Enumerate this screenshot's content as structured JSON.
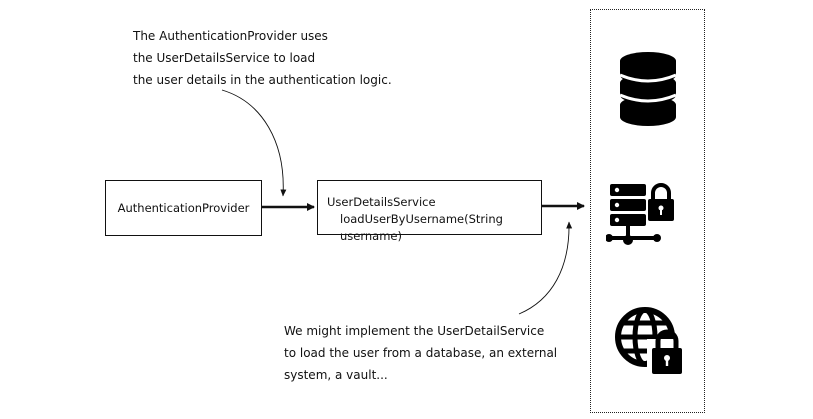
{
  "notes": {
    "top": [
      "The AuthenticationProvider uses",
      "the UserDetailsService to load",
      "the user details in the authentication logic."
    ],
    "bottom": [
      "We might implement the UserDetailService",
      "to load the user from a database, an external",
      "system, a vault..."
    ]
  },
  "components": {
    "authentication_provider": "AuthenticationProvider",
    "user_details_service": {
      "name": "UserDetailsService",
      "method": "loadUserByUsername(String username)"
    }
  },
  "storage_options": {
    "icons": [
      "database-icon",
      "server-lock-icon",
      "globe-lock-icon"
    ]
  }
}
